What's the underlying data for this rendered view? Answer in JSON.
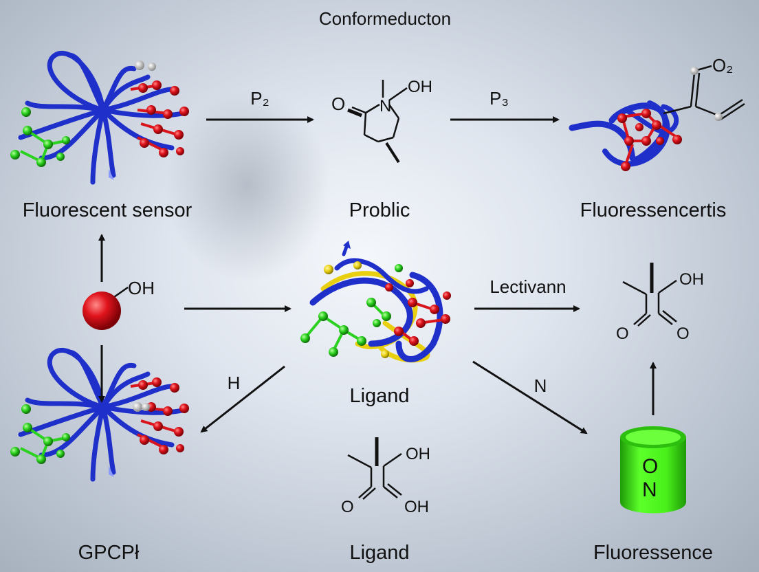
{
  "title": "Conformeducton",
  "nodes": {
    "fluorescent_sensor": "Fluorescent sensor",
    "problic": "Problic",
    "fluoressencertis": "Fluoressencertis",
    "ligand_center": "Ligand",
    "gpcr": "GPCPł",
    "ligand_bottom": "Ligand",
    "fluoressence": "Fluoressence"
  },
  "arrow_labels": {
    "p2": "P₂",
    "p3": "P₃",
    "lectivann": "Lectivann",
    "h": "H",
    "n": "N"
  },
  "chem_text": {
    "oh": "OH",
    "o": "O",
    "n": "N",
    "o2": "O₂",
    "cylinder_o": "O",
    "cylinder_n": "N"
  },
  "colors": {
    "protein": "#1f2fc9",
    "atom_red": "#e0141c",
    "atom_green": "#2bd11f",
    "atom_yellow": "#e8cf10",
    "cylinder": "#49f01a"
  }
}
